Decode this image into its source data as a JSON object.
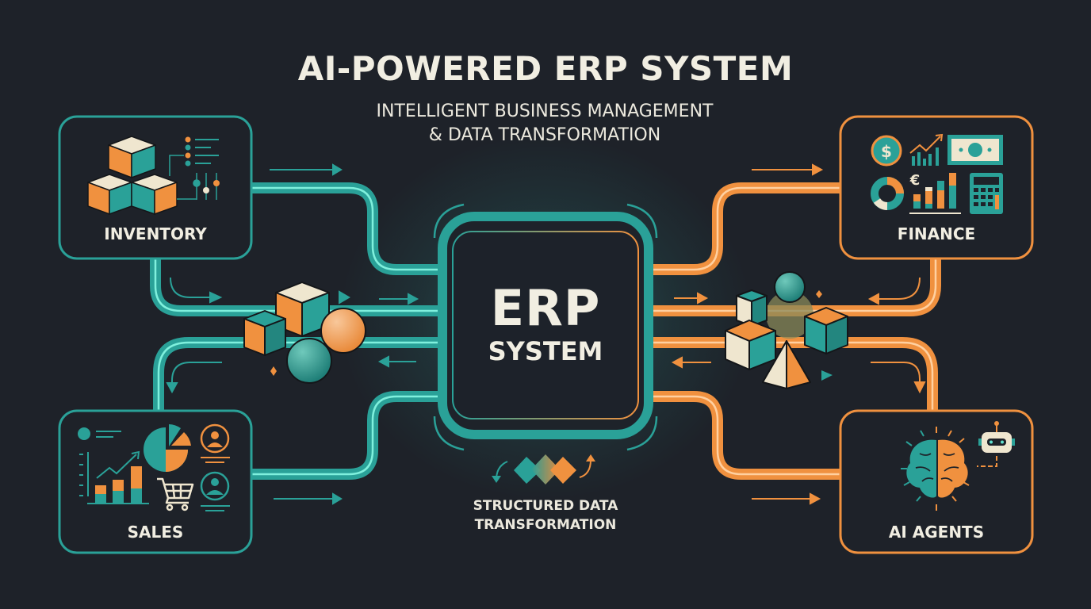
{
  "header": {
    "title": "AI-POWERED ERP SYSTEM",
    "subtitle_line1": "INTELLIGENT BUSINESS MANAGEMENT",
    "subtitle_line2": "& DATA TRANSFORMATION"
  },
  "center": {
    "line1": "ERP",
    "line2": "SYSTEM"
  },
  "modules": [
    {
      "label": "INVENTORY",
      "position": "top-left",
      "accent": "#2aa198",
      "icons": [
        "stacked-boxes-icon",
        "list-icon",
        "sliders-icon"
      ]
    },
    {
      "label": "FINANCE",
      "position": "top-right",
      "accent": "#f0913f",
      "icons": [
        "dollar-coin-icon",
        "growth-chart-icon",
        "banknote-icon",
        "euro-icon",
        "donut-chart-icon",
        "bar-chart-icon",
        "calculator-icon"
      ]
    },
    {
      "label": "SALES",
      "position": "bottom-left",
      "accent": "#2aa198",
      "icons": [
        "bar-trend-chart-icon",
        "pie-chart-icon",
        "shopping-cart-icon",
        "customer-avatar-icon"
      ]
    },
    {
      "label": "AI AGENTS",
      "position": "bottom-right",
      "accent": "#f0913f",
      "icons": [
        "brain-icon",
        "robot-icon"
      ]
    }
  ],
  "caption": {
    "line1": "STRUCTURED DATA",
    "line2": "TRANSFORMATION"
  },
  "colors": {
    "background": "#1e2229",
    "teal": "#2aa198",
    "teal_light": "#5fe0cf",
    "orange": "#f0913f",
    "cream": "#f1eee2"
  }
}
